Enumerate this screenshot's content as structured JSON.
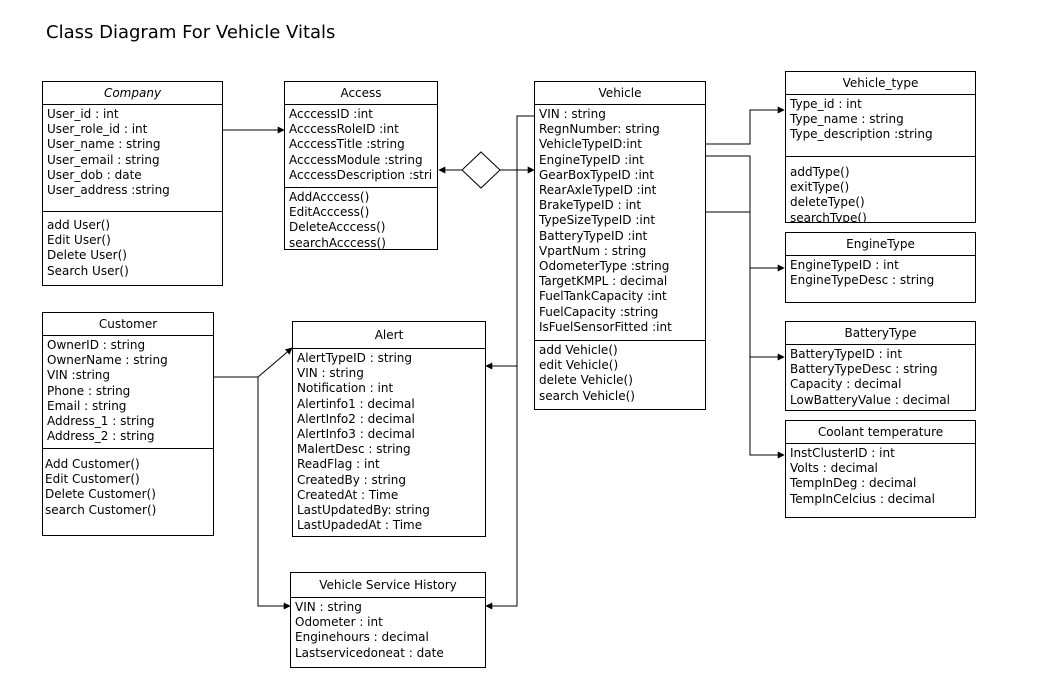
{
  "title": "Class Diagram For Vehicle Vitals",
  "classes": {
    "company": {
      "name": "Company",
      "attributes": [
        "User_id : int",
        "User_role_id : int",
        "User_name : string",
        "User_email : string",
        "User_dob : date",
        "User_address :string"
      ],
      "methods": [
        "add User()",
        "Edit User()",
        "Delete User()",
        "Search User()"
      ]
    },
    "access": {
      "name": "Access",
      "attributes": [
        "AcccessID :int",
        "AcccessRoleID :int",
        "AcccessTitle :string",
        "AcccessModule :string",
        "AcccessDescription :string"
      ],
      "methods": [
        "AddAcccess()",
        "EditAcccess()",
        "DeleteAcccess()",
        "searchAcccess()"
      ]
    },
    "vehicle": {
      "name": "Vehicle",
      "attributes": [
        "VIN : string",
        "RegnNumber: string",
        "VehicleTypeID:int",
        "EngineTypeID :int",
        "GearBoxTypeID :int",
        "RearAxleTypeID :int",
        "BrakeTypeID : int",
        "TypeSizeTypeID :int",
        "BatteryTypeID :int",
        "VpartNum : string",
        "OdometerType :string",
        "TargetKMPL : decimal",
        "FuelTankCapacity :int",
        "FuelCapacity :string",
        "IsFuelSensorFitted :int"
      ],
      "methods": [
        "add Vehicle()",
        "edit Vehicle()",
        "delete Vehicle()",
        "search Vehicle()"
      ]
    },
    "vehicle_type": {
      "name": "Vehicle_type",
      "attributes": [
        "Type_id : int",
        "Type_name : string",
        "Type_description :string"
      ],
      "methods": [
        "addType()",
        "exitType()",
        "deleteType()",
        "searchType()"
      ]
    },
    "engine_type": {
      "name": "EngineType",
      "attributes": [
        "EngineTypeID : int",
        "EngineTypeDesc : string"
      ]
    },
    "battery_type": {
      "name": "BatteryType",
      "attributes": [
        "BatteryTypeID : int",
        "BatteryTypeDesc : string",
        "Capacity : decimal",
        "LowBatteryValue : decimal"
      ]
    },
    "coolant": {
      "name": "Coolant temperature",
      "attributes": [
        "InstClusterID : int",
        "Volts : decimal",
        "TempInDeg : decimal",
        "TempInCelcius : decimal"
      ]
    },
    "customer": {
      "name": "Customer",
      "attributes": [
        "OwnerID : string",
        "OwnerName : string",
        "VIN :string",
        "Phone : string",
        "Email : string",
        "Address_1 : string",
        "Address_2 : string"
      ],
      "methods": [
        "Add Customer()",
        "Edit Customer()",
        "Delete Customer()",
        "search Customer()"
      ]
    },
    "alert": {
      "name": "Alert",
      "attributes": [
        "AlertTypeID : string",
        "VIN : string",
        "Notification : int",
        "Alertinfo1 : decimal",
        "AlertInfo2 : decimal",
        "AlertInfo3 : decimal",
        "MalertDesc : string",
        "ReadFlag   : int",
        "CreatedBy  : string",
        "CreatedAt  : Time",
        "LastUpdatedBy: string",
        "LastUpadedAt : Time"
      ]
    },
    "service_history": {
      "name": "Vehicle Service History",
      "attributes": [
        "VIN : string",
        "Odometer : int",
        "Enginehours : decimal",
        "Lastservicedoneat : date"
      ]
    }
  }
}
